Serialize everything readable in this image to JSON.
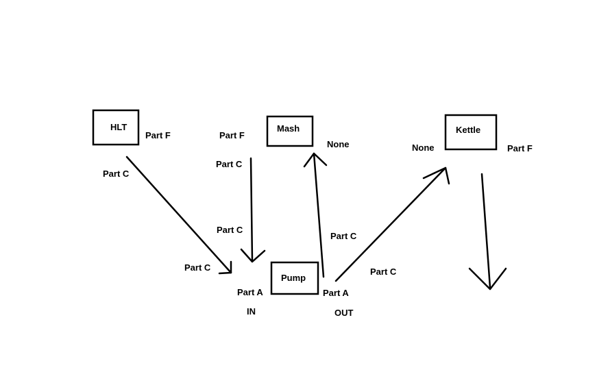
{
  "vessels": {
    "hlt": "HLT",
    "mash": "Mash",
    "kettle": "Kettle",
    "pump": "Pump"
  },
  "labels": {
    "hlt_part_f": "Part F",
    "hlt_part_c": "Part C",
    "mash_in_part_f": "Part F",
    "mash_out_part_c_top": "Part C",
    "mash_out_part_c_mid": "Part C",
    "mash_none": "None",
    "pump_in_part_c": "Part C",
    "pump_in_part_a": "Part A",
    "pump_in": "IN",
    "pump_out_part_a": "Part A",
    "pump_out": "OUT",
    "pump_to_mash_part_c": "Part C",
    "pump_to_kettle_part_c": "Part C",
    "kettle_none": "None",
    "kettle_part_f": "Part F"
  }
}
